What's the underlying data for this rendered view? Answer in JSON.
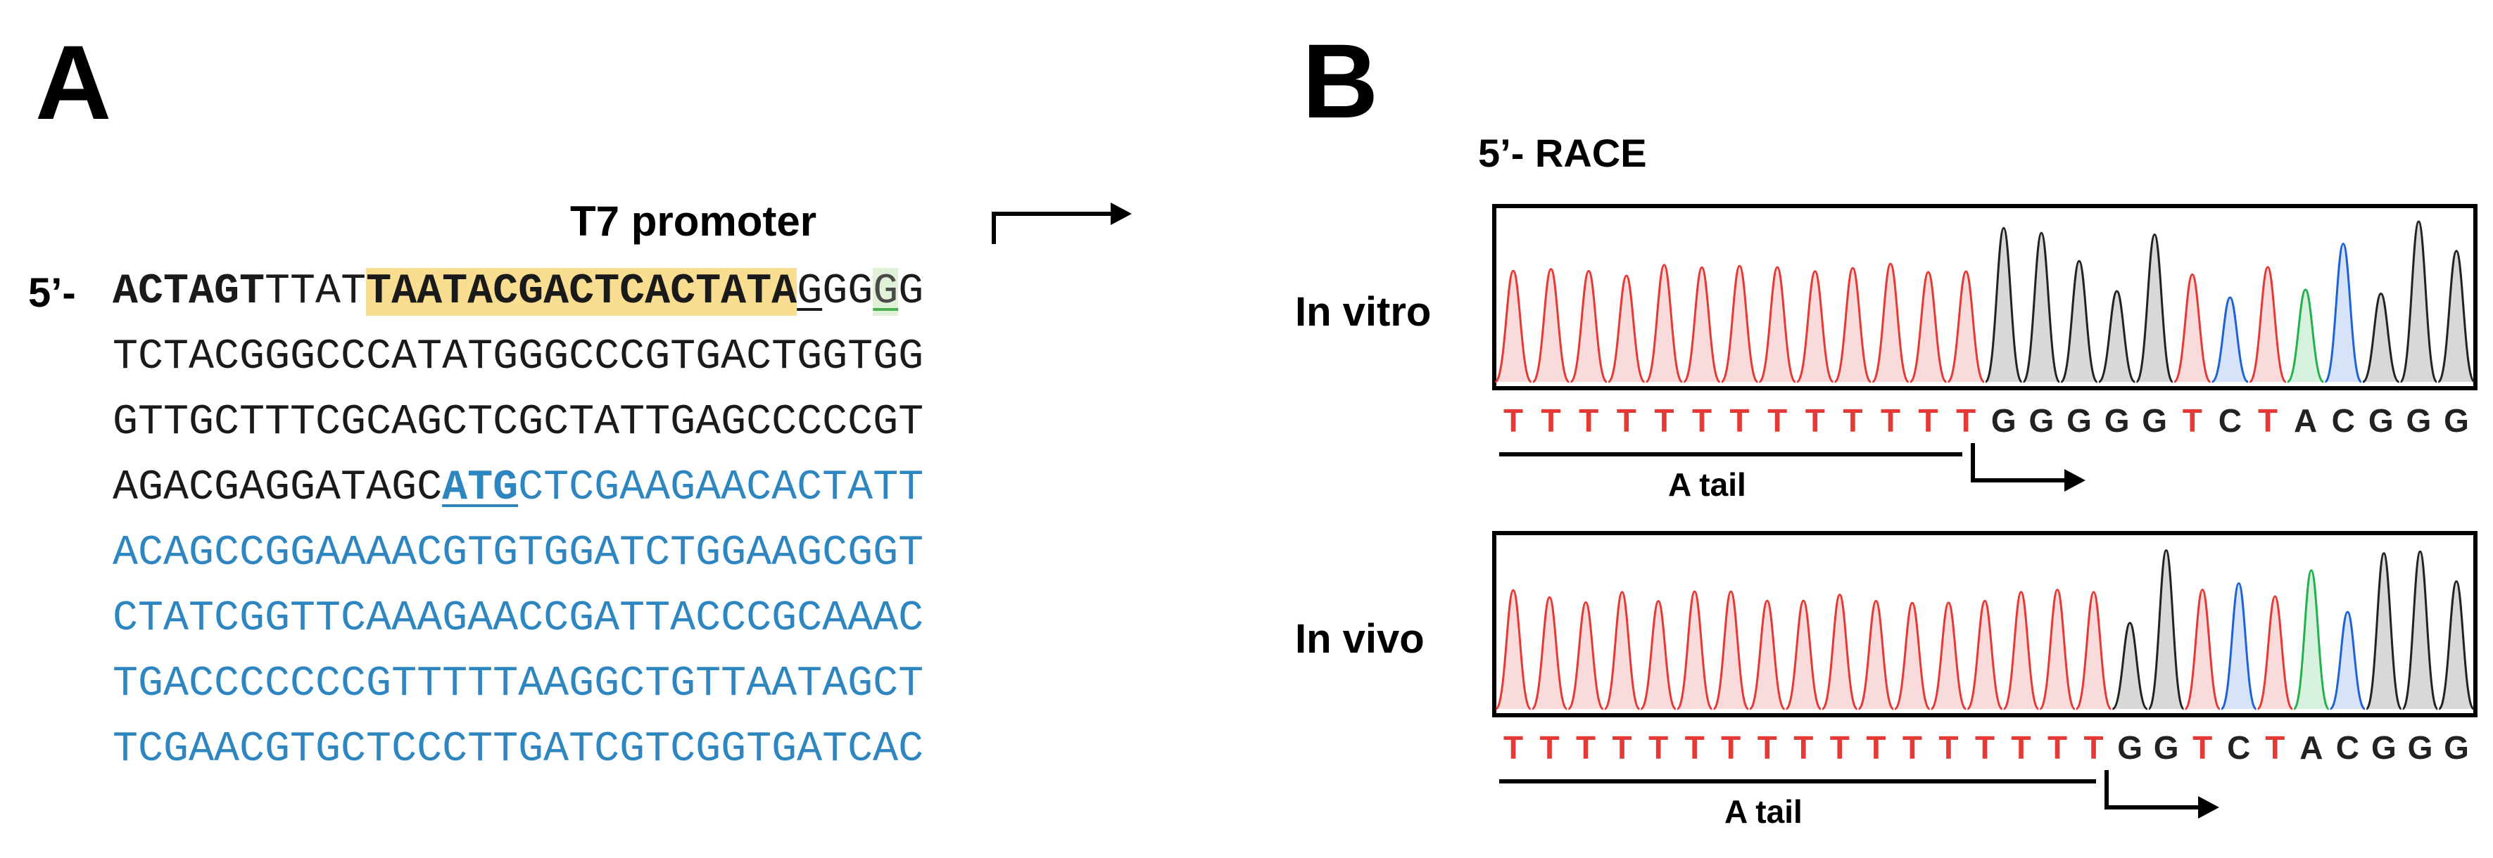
{
  "panel_a": {
    "letter": "A",
    "promoter_label": "T7 promoter",
    "five_prime": "5’-",
    "line1": {
      "part1": "ACTAGT",
      "part2": "TTAT",
      "part3": "TAATACGACTCACTATA",
      "part4": "G",
      "part5": "GG",
      "part6": "G",
      "part7": "G"
    },
    "line2": "TCTACGGGCCCATATGGGCCCGTGACTGGTGG",
    "line3": "GTTGCTTTCGCAGCTCGCTATTGAGCCCCCGT",
    "line4": {
      "part1": "AGACGAGGATAGC",
      "part2": "ATG",
      "part3": "CTCGAAGAACACTATT"
    },
    "line5": "ACAGCCGGAAAACGTGTGGATCTGGAAGCGGT",
    "line6": "CTATCGGTTCAAAGAACCGATTACCCGCAAAC",
    "line7": "TGACCCCCCCGTTTTTAAGGCTGTTAATAGCT",
    "line8": "TCGAACGTGCTCCCTTGATCGTCGGTGATCAC",
    "colors": {
      "highlight": "#f9dd90",
      "coding": "#2e86c1",
      "green": "#4caf50"
    }
  },
  "panel_b": {
    "letter": "B",
    "title": "5’- RACE",
    "in_vitro": {
      "label": "In vitro",
      "bases": [
        "T",
        "T",
        "T",
        "T",
        "T",
        "T",
        "T",
        "T",
        "T",
        "T",
        "T",
        "T",
        "T",
        "G",
        "G",
        "G",
        "G",
        "G",
        "T",
        "C",
        "T",
        "A",
        "C",
        "G",
        "G",
        "G"
      ],
      "tail_label": "A tail"
    },
    "in_vivo": {
      "label": "In vivo",
      "bases": [
        "T",
        "T",
        "T",
        "T",
        "T",
        "T",
        "T",
        "T",
        "T",
        "T",
        "T",
        "T",
        "T",
        "T",
        "T",
        "T",
        "T",
        "G",
        "G",
        "T",
        "C",
        "T",
        "A",
        "C",
        "G",
        "G",
        "G"
      ],
      "tail_label": "A tail"
    },
    "colors": {
      "T": "#e53935",
      "G": "#222222",
      "C": "#1e63d6",
      "A": "#22b14c"
    }
  }
}
